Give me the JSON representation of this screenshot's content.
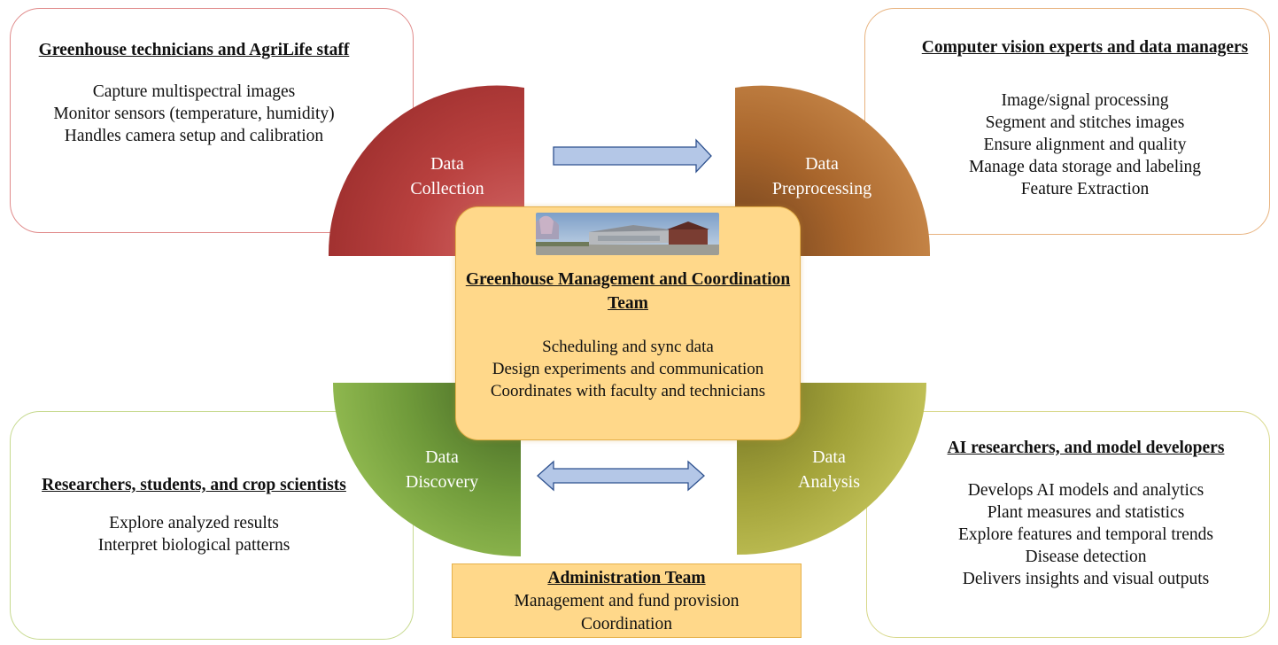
{
  "cards": {
    "top_left": {
      "title": "Greenhouse technicians and AgriLife staff",
      "items": [
        "Capture multispectral images",
        "Monitor sensors (temperature, humidity)",
        "Handles camera setup and calibration"
      ]
    },
    "top_right": {
      "title": "Computer vision experts and data managers",
      "items": [
        "Image/signal processing",
        "Segment and stitches images",
        "Ensure alignment and quality",
        "Manage data storage and labeling",
        "Feature Extraction"
      ]
    },
    "bottom_left": {
      "title": "Researchers, students, and crop scientists",
      "items": [
        "Explore analyzed results",
        "Interpret biological patterns"
      ]
    },
    "bottom_right": {
      "title": "AI researchers, and model developers",
      "items": [
        "Develops AI models and analytics",
        "Plant measures and statistics",
        "Explore features and temporal trends",
        "Disease detection",
        "Delivers insights and visual outputs"
      ]
    }
  },
  "stages": {
    "collection": [
      "Data",
      "Collection"
    ],
    "preprocessing": [
      "Data",
      "Preprocessing"
    ],
    "discovery": [
      "Data",
      "Discovery"
    ],
    "analysis": [
      "Data",
      "Analysis"
    ]
  },
  "center": {
    "title": "Greenhouse Management and Coordination Team",
    "items": [
      "Scheduling and sync data",
      "Design experiments and communication",
      "Coordinates with faculty and technicians"
    ]
  },
  "admin": {
    "title": "Administration Team",
    "items": [
      "Management and fund provision",
      "Coordination"
    ]
  },
  "colors": {
    "collection": "#b9413f",
    "preprocessing": "#b36d32",
    "discovery": "#6f9a3a",
    "analysis": "#a3a33a",
    "arrow_fill": "#b4c7e7",
    "arrow_stroke": "#2f528f",
    "center_fill": "#ffd88a"
  }
}
